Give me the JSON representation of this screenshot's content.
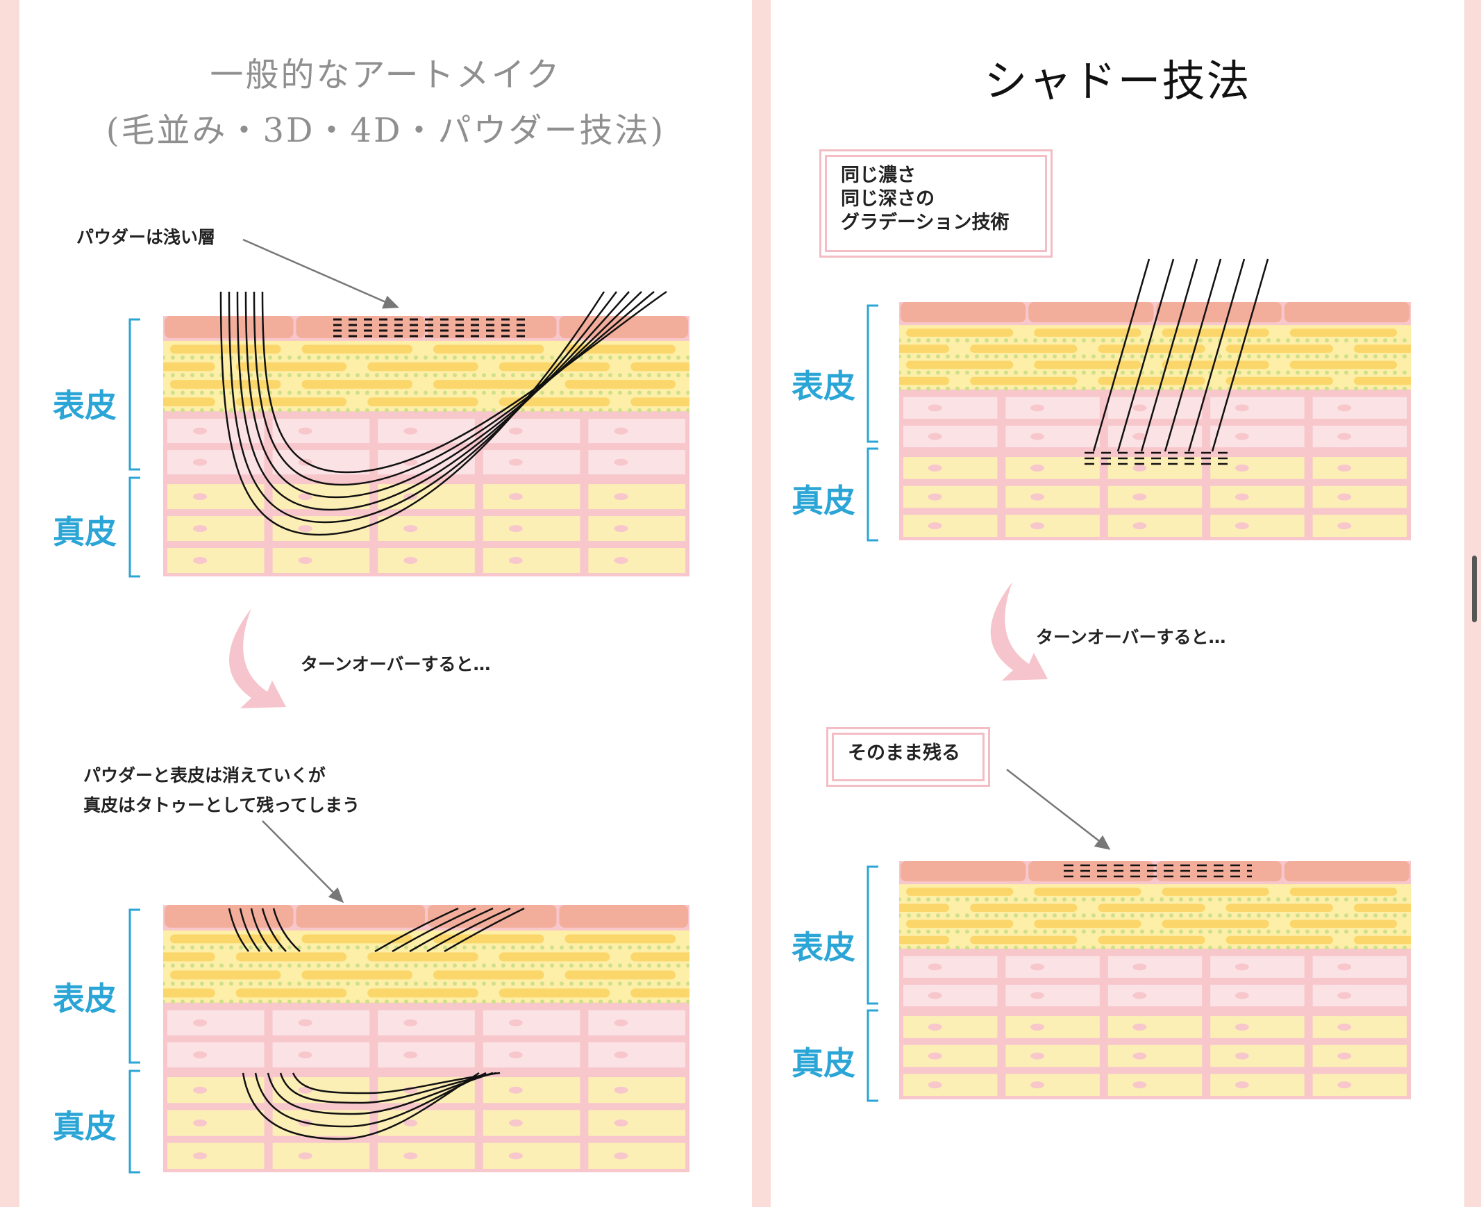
{
  "left": {
    "title_line1": "一般的なアートメイク",
    "title_line2": "(毛並み・3D・4D・パウダー技法)",
    "annotation_top": "パウダーは浅い層",
    "turnover": "ターンオーバーすると…",
    "annotation_bottom_line1": "パウダーと表皮は消えていくが",
    "annotation_bottom_line2": "真皮はタトゥーとして残ってしまう",
    "label_epidermis": "表皮",
    "label_dermis": "真皮"
  },
  "right": {
    "title": "シャドー技法",
    "box_note_top": "同じ濃さ\n同じ深さの\nグラデーション技術",
    "turnover": "ターンオーバーすると…",
    "box_note_bottom": "そのまま残る",
    "label_epidermis": "表皮",
    "label_dermis": "真皮"
  },
  "colors": {
    "surface": "#f3ad9b",
    "epidermis_cell": "#fbd76b",
    "epidermis_bg": "#fdeea8",
    "dots": "#cfe08a",
    "pink_band": "#f7c7cc",
    "pink_cell": "#fbe3e5",
    "dermis_cell": "#fcefb6",
    "label": "#2aa5d6",
    "arrow": "#f6c4cc"
  }
}
